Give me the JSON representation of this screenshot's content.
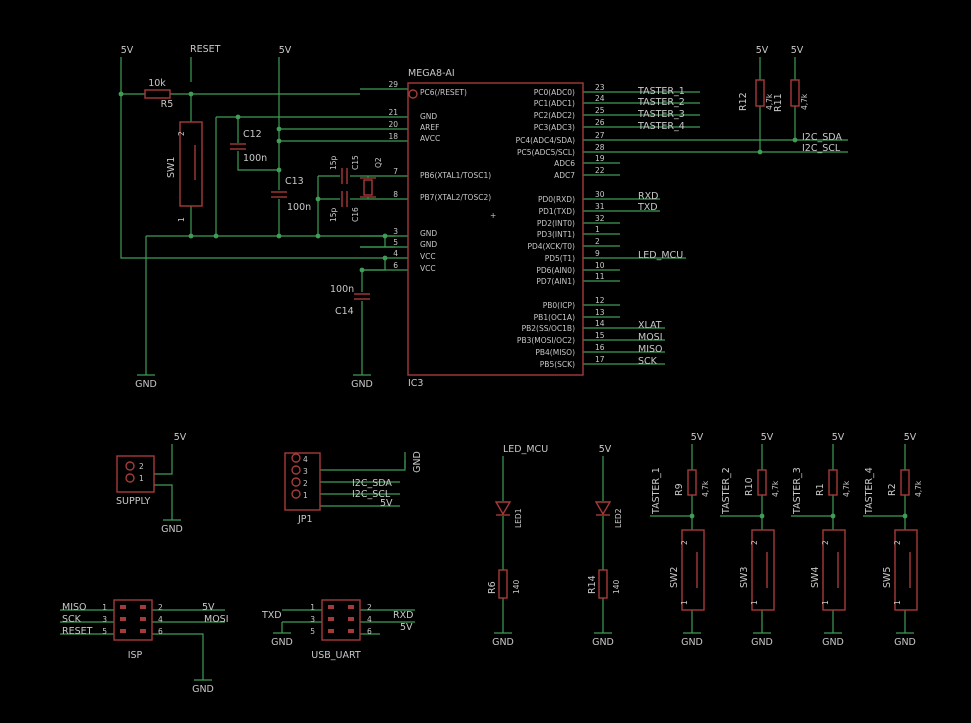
{
  "power": {
    "v5": "5V",
    "gnd": "GND"
  },
  "ic": {
    "ref": "IC3",
    "value": "MEGA8-AI",
    "left_pins": [
      {
        "name": "PC6(/RESET)",
        "num": "29"
      },
      {
        "name": "GND",
        "num": "21"
      },
      {
        "name": "AREF",
        "num": "20"
      },
      {
        "name": "AVCC",
        "num": "18"
      },
      {
        "name": "PB6(XTAL1/TOSC1)",
        "num": "7"
      },
      {
        "name": "PB7(XTAL2/TOSC2)",
        "num": "8"
      },
      {
        "name": "GND",
        "num": "3"
      },
      {
        "name": "GND",
        "num": "5"
      },
      {
        "name": "VCC",
        "num": "4"
      },
      {
        "name": "VCC",
        "num": "6"
      }
    ],
    "right_pins": [
      {
        "name": "PC0(ADC0)",
        "num": "23"
      },
      {
        "name": "PC1(ADC1)",
        "num": "24"
      },
      {
        "name": "PC2(ADC2)",
        "num": "25"
      },
      {
        "name": "PC3(ADC3)",
        "num": "26"
      },
      {
        "name": "PC4(ADC4/SDA)",
        "num": "27"
      },
      {
        "name": "PC5(ADC5/SCL)",
        "num": "28"
      },
      {
        "name": "ADC6",
        "num": "19"
      },
      {
        "name": "ADC7",
        "num": "22"
      },
      {
        "name": "PD0(RXD)",
        "num": "30"
      },
      {
        "name": "PD1(TXD)",
        "num": "31"
      },
      {
        "name": "PD2(INT0)",
        "num": "32"
      },
      {
        "name": "PD3(INT1)",
        "num": "1"
      },
      {
        "name": "PD4(XCK/T0)",
        "num": "2"
      },
      {
        "name": "PD5(T1)",
        "num": "9"
      },
      {
        "name": "PD6(AIN0)",
        "num": "10"
      },
      {
        "name": "PD7(AIN1)",
        "num": "11"
      },
      {
        "name": "PB0(ICP)",
        "num": "12"
      },
      {
        "name": "PB1(OC1A)",
        "num": "13"
      },
      {
        "name": "PB2(SS/OC1B)",
        "num": "14"
      },
      {
        "name": "PB3(MOSI/OC2)",
        "num": "15"
      },
      {
        "name": "PB4(MISO)",
        "num": "16"
      },
      {
        "name": "PB5(SCK)",
        "num": "17"
      }
    ]
  },
  "nets": {
    "reset": "RESET",
    "t1": "TASTER_1",
    "t2": "TASTER_2",
    "t3": "TASTER_3",
    "t4": "TASTER_4",
    "sda": "I2C_SDA",
    "scl": "I2C_SCL",
    "rxd": "RXD",
    "txd": "TXD",
    "led": "LED_MCU",
    "xlat": "XLAT",
    "mosi": "MOSI",
    "miso": "MISO",
    "sck": "SCK"
  },
  "parts": {
    "r5": {
      "ref": "R5",
      "val": "10k"
    },
    "sw1": {
      "ref": "SW1",
      "p1": "1",
      "p2": "2"
    },
    "c12": {
      "ref": "C12",
      "val": "100n"
    },
    "c13": {
      "ref": "C13",
      "val": "100n"
    },
    "c14": {
      "ref": "C14",
      "val": "100n"
    },
    "c15": {
      "ref": "C15",
      "val": "15p"
    },
    "c16": {
      "ref": "C16",
      "val": "15p"
    },
    "q2": {
      "ref": "Q2"
    },
    "r11": {
      "ref": "R11",
      "val": "4,7k"
    },
    "r12": {
      "ref": "R12",
      "val": "4,7k"
    },
    "supply": {
      "ref": "SUPPLY",
      "p1": "1",
      "p2": "2"
    },
    "jp1": {
      "ref": "JP1",
      "p1": "1",
      "p2": "2",
      "p3": "3",
      "p4": "4"
    },
    "led1": {
      "ref": "LED1"
    },
    "led2": {
      "ref": "LED2"
    },
    "r6": {
      "ref": "R6",
      "val": "140"
    },
    "r14": {
      "ref": "R14",
      "val": "140"
    },
    "isp": {
      "ref": "ISP",
      "p1": "1",
      "p2": "2",
      "p3": "3",
      "p4": "4",
      "p5": "5",
      "p6": "6"
    },
    "usb": {
      "ref": "USB_UART",
      "p1": "1",
      "p2": "2",
      "p3": "3",
      "p4": "4",
      "p5": "5",
      "p6": "6"
    }
  },
  "buttons": [
    {
      "rref": "R9",
      "sref": "SW2",
      "net": "TASTER_1"
    },
    {
      "rref": "R10",
      "sref": "SW3",
      "net": "TASTER_2"
    },
    {
      "rref": "R1",
      "sref": "SW4",
      "net": "TASTER_3"
    },
    {
      "rref": "R2",
      "sref": "SW5",
      "net": "TASTER_4"
    }
  ],
  "button_r_val": "4,7k"
}
